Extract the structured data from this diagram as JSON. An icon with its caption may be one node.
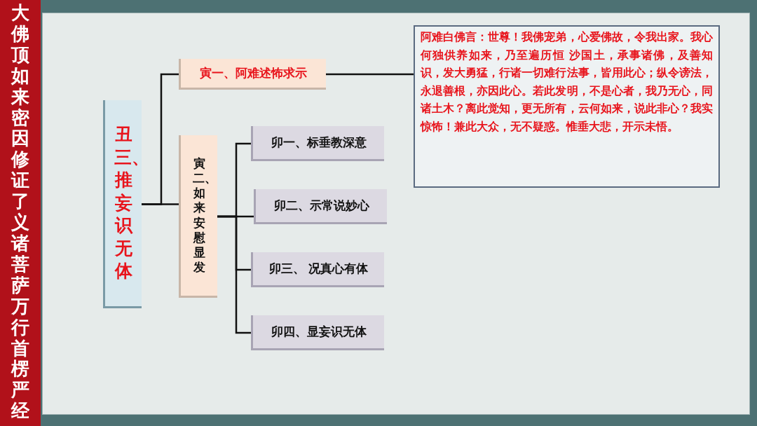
{
  "diagram": {
    "title": "大佛顶如来密因修证了义诸菩萨万行首楞严经",
    "nodes": [
      {
        "text": [
          "丑三、推妄识无体"
        ]
      },
      {
        "text": [
          "寅一、阿难述怖求示"
        ]
      },
      {
        "text": [
          "寅二、如来安慰显发"
        ]
      },
      {
        "text": [
          "卯一、标垂教深意"
        ]
      },
      {
        "text": [
          "卯二、示常说妙心"
        ]
      },
      {
        "text": [
          "卯三、 况真心有体"
        ]
      },
      {
        "text": [
          "卯四、显妄识无体"
        ]
      },
      {
        "text": [
          "阿难白佛言：世尊！我佛宠弟，心爱佛故，令我出家。我心何独供养如来，乃至遍历恒 沙国土，承事诸佛，及善知识，发大勇猛，行诸一切难行法事，皆用此心；纵令谤法，永退善根，亦因此心。若此发明，不是心者，我乃无心，同诸土木？离此觉知，更无所有，云何如来，说此非心？我实惊怖！兼此大众，无不疑惑。惟垂大悲，开示未悟。"
        ]
      }
    ],
    "edges": [
      {
        "from": 0,
        "to": 1,
        "arrow": "none"
      },
      {
        "from": 0,
        "to": 2,
        "arrow": "none"
      },
      {
        "from": 2,
        "to": 3,
        "arrow": "none"
      },
      {
        "from": 2,
        "to": 4,
        "arrow": "none"
      },
      {
        "from": 2,
        "to": 5,
        "arrow": "none"
      },
      {
        "from": 2,
        "to": 6,
        "arrow": "none"
      },
      {
        "from": 1,
        "to": 7,
        "arrow": "none"
      }
    ]
  }
}
